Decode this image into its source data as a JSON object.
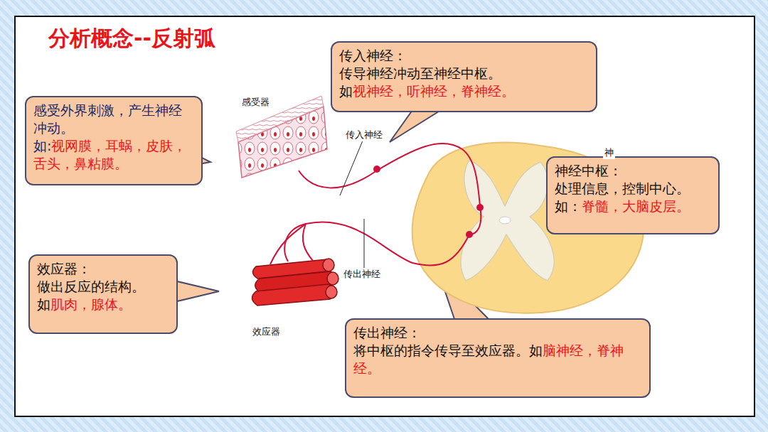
{
  "diagram": {
    "title": "分析概念--反射弧",
    "nodes": [
      {
        "text": [
          "感受外界刺激，产生神经冲动。",
          "如:",
          "视网膜，耳蜗，皮肤，舌头，鼻粘膜。"
        ]
      },
      {
        "text": [
          "传入神经：",
          "传导神经冲动至神经中枢。",
          "如",
          "视神经，听神经，脊神经。"
        ]
      },
      {
        "text": [
          "神经中枢：",
          "处理信息，控制中心。",
          "如：",
          "脊髓，大脑皮层。"
        ]
      },
      {
        "text": [
          "效应器：",
          "做出反应的结构。",
          "如",
          "肌肉，腺体。"
        ]
      },
      {
        "text": [
          "传出神经：",
          "将中枢的指令传导至效应器。如",
          "脑神经，脊神经。"
        ]
      }
    ],
    "labels": [
      "感受器",
      "传入神经",
      "传出神经",
      "效应器",
      "神"
    ]
  }
}
